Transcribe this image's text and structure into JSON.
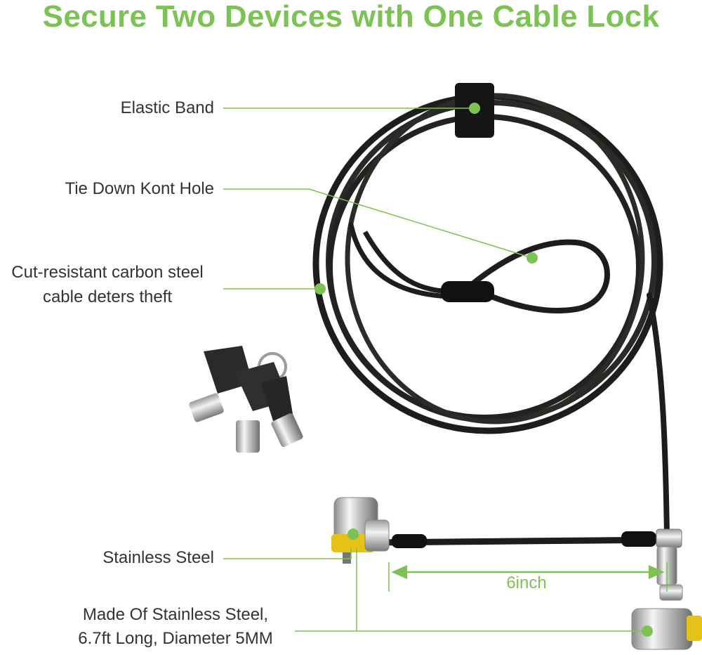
{
  "title": "Secure Two Devices with One Cable Lock",
  "callouts": {
    "elastic_band": "Elastic Band",
    "tie_down_hole": "Tie Down Kont Hole",
    "cable_line1": "Cut-resistant carbon steel",
    "cable_line2": "cable deters theft",
    "stainless": "Stainless Steel",
    "made_of_line1": "Made Of Stainless Steel,",
    "made_of_line2": "6.7ft Long, Diameter 5MM"
  },
  "dimension_label": "6inch",
  "colors": {
    "accent": "#7cc254",
    "cable": "#1e1d1b",
    "text": "#333333"
  }
}
